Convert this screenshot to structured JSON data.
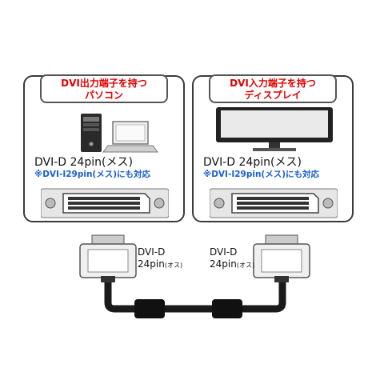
{
  "left_panel": {
    "tag_line1": "DVI出力端子を持つ",
    "tag_line2": "パソコン",
    "connector_title": "DVI-D 24pin(メス)",
    "connector_note": "※DVI-I29pin(メス)にも対応"
  },
  "right_panel": {
    "tag_line1": "DVI入力端子を持つ",
    "tag_line2": "ディスプレイ",
    "connector_title": "DVI-D 24pin(メス)",
    "connector_note": "※DVI-I29pin(メス)にも対応"
  },
  "cable": {
    "left_plug_line1": "DVI-D",
    "left_plug_line2": "24pin",
    "left_plug_suffix": "(オス)",
    "right_plug_line1": "DVI-D",
    "right_plug_line2": "24pin",
    "right_plug_suffix": "(オス)"
  },
  "colors": {
    "tag_text": "#e00000",
    "note_text": "#1a5fd0",
    "cable": "#1a1a1a"
  }
}
